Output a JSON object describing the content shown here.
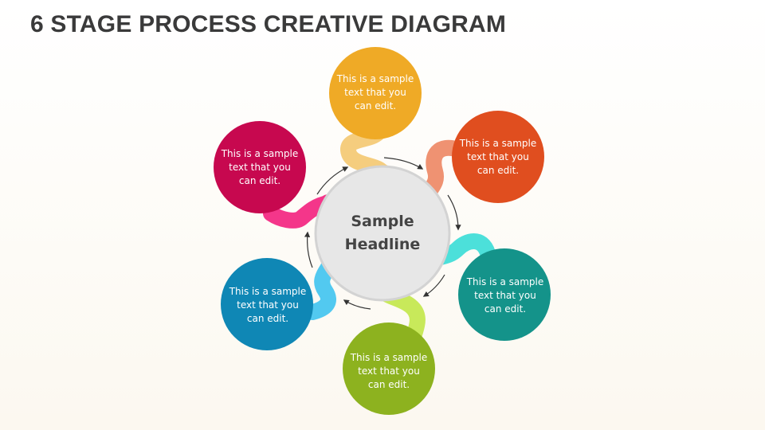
{
  "title": "6 STAGE PROCESS CREATIVE DIAGRAM",
  "center": {
    "headline_line1": "Sample",
    "headline_line2": "Headline"
  },
  "stages": [
    {
      "line1": "This is a sample",
      "line2": "text that you",
      "line3": "can edit.",
      "color": "#EFAA26"
    },
    {
      "line1": "This is a sample",
      "line2": "text that you",
      "line3": "can edit.",
      "color": "#E04E1F"
    },
    {
      "line1": "This is a sample",
      "line2": "text that you",
      "line3": "can edit.",
      "color": "#14938A"
    },
    {
      "line1": "This is a sample",
      "line2": "text that you",
      "line3": "can edit.",
      "color": "#8DB21F"
    },
    {
      "line1": "This is a sample",
      "line2": "text that you",
      "line3": "can edit.",
      "color": "#0F87B5"
    },
    {
      "line1": "This is a sample",
      "line2": "text that you",
      "line3": "can edit.",
      "color": "#C7084F"
    }
  ],
  "connector_colors": [
    "#F5CD7E",
    "#EF9272",
    "#4CE0DA",
    "#C8E95A",
    "#52C9F0",
    "#F4368A"
  ]
}
